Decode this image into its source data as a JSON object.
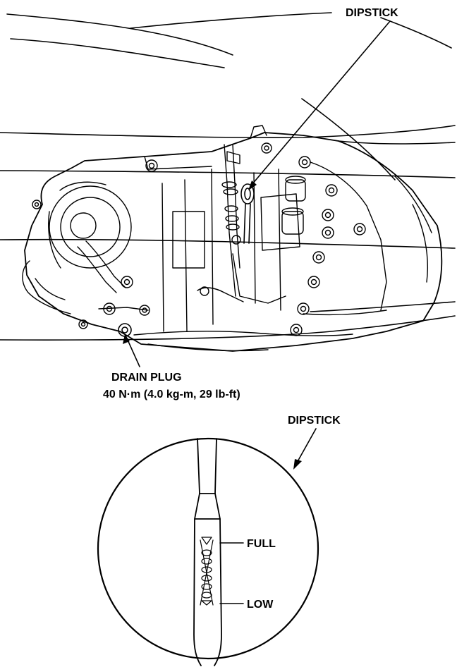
{
  "labels": {
    "dipstick_top": "DIPSTICK",
    "drain_plug": "DRAIN PLUG",
    "drain_torque": "40 N·m (4.0 kg-m, 29 lb-ft)",
    "dipstick_detail": "DIPSTICK",
    "full_mark": "FULL",
    "low_mark": "LOW"
  },
  "colors": {
    "ink": "#000000",
    "paper": "#ffffff"
  }
}
